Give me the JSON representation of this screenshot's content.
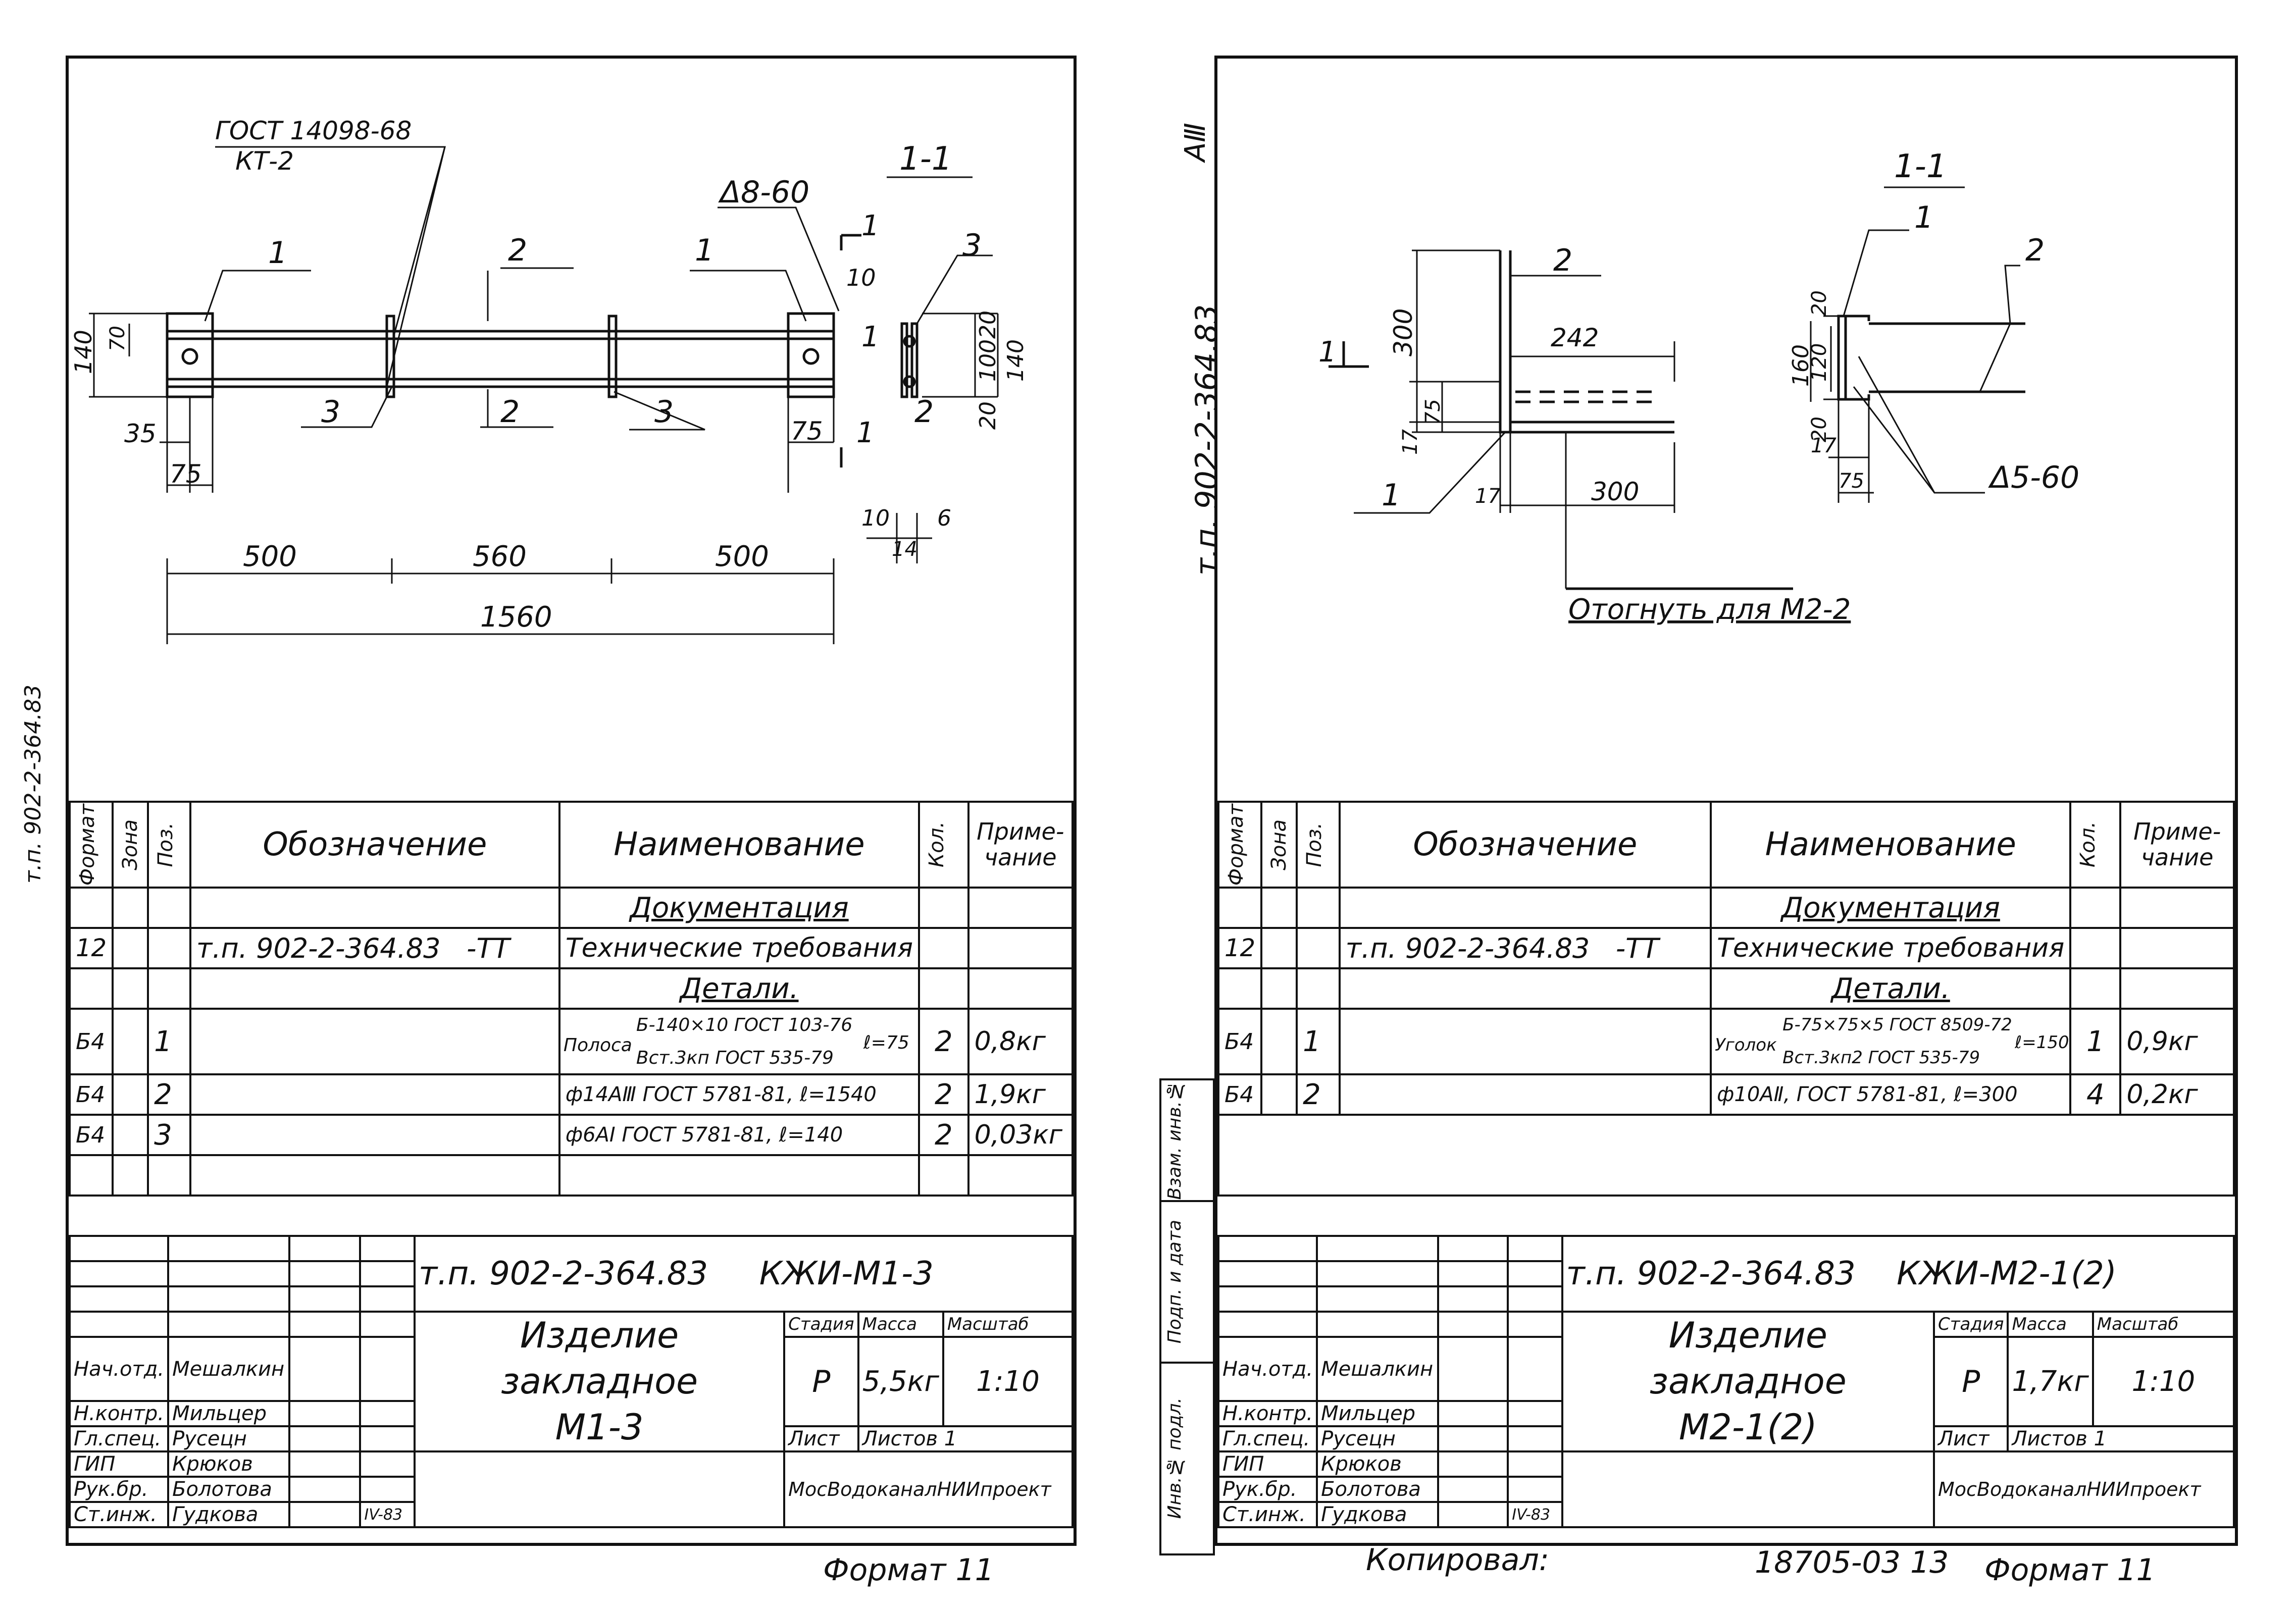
{
  "margin_notes": {
    "left_code": "т.п. 902-2-364.83",
    "top_mark": "АⅢ"
  },
  "left_sheet": {
    "drawing": {
      "gost_label": "ГОСТ 14098-68",
      "gost_type": "КТ-2",
      "section_title": "1-1",
      "weld_label": "Δ8-60",
      "pos_labels": [
        "1",
        "2",
        "3",
        "1",
        "2",
        "3"
      ],
      "dims": {
        "h140": "140",
        "h70": "70",
        "d35": "35",
        "d75a": "75",
        "d75b": "75",
        "d500a": "500",
        "d560": "560",
        "d500b": "500",
        "d1560": "1560",
        "s10": "10",
        "s20a": "20",
        "s100": "100",
        "s140": "140",
        "s20b": "20",
        "s10b": "10",
        "s6": "6",
        "s14": "14"
      },
      "cut_marks": [
        "1",
        "1"
      ]
    },
    "spec": {
      "headers": {
        "format": "Формат",
        "zone": "Зона",
        "pos": "Поз.",
        "designation": "Обозначение",
        "name": "Наименование",
        "qty": "Кол.",
        "note": "Приме-чание"
      },
      "section_docs": "Документация",
      "doc_row": {
        "format": "12",
        "designation": "т.п. 902-2-364.83",
        "suffix": "-ТТ",
        "name": "Технические требования"
      },
      "section_parts": "Детали.",
      "rows": [
        {
          "format": "Б4",
          "pos": "1",
          "name_main": "Полоса",
          "name_top": "Б-140×10 ГОСТ 103-76",
          "name_bot": "Вст.3кп ГОСТ 535-79",
          "name_len": "ℓ=75",
          "qty": "2",
          "note": "0,8кг"
        },
        {
          "format": "Б4",
          "pos": "2",
          "name": "ф14АⅢ ГОСТ 5781-81, ℓ=1540",
          "qty": "2",
          "note": "1,9кг"
        },
        {
          "format": "Б4",
          "pos": "3",
          "name": "ф6АⅠ ГОСТ 5781-81, ℓ=140",
          "qty": "2",
          "note": "0,03кг"
        }
      ]
    },
    "stamp": {
      "doc_code": "т.п. 902-2-364.83",
      "mark": "КЖИ-М1-3",
      "title1": "Изделие закладное",
      "title2": "М1-3",
      "stage_h": "Стадия",
      "mass_h": "Масса",
      "scale_h": "Масштаб",
      "stage": "Р",
      "mass": "5,5кг",
      "scale": "1:10",
      "sheet_h": "Лист",
      "sheets_h": "Листов 1",
      "org": "МосВодоканалНИИпроект",
      "people": [
        {
          "role": "Нач.отд.",
          "name": "Мешалкин"
        },
        {
          "role": "Н.контр.",
          "name": "Мильцер"
        },
        {
          "role": "Гл.спец.",
          "name": "Русецн"
        },
        {
          "role": "ГИП",
          "name": "Крюков"
        },
        {
          "role": "Рук.бр.",
          "name": "Болотова"
        },
        {
          "role": "Ст.инж.",
          "name": "Гудкова"
        }
      ],
      "date": "IV-83",
      "format": "Формат 11"
    }
  },
  "right_sheet": {
    "drawing": {
      "section_title": "1-1",
      "weld_label": "Δ5-60",
      "bend_note": "Отогнуть для М2-2",
      "pos_labels": [
        "2",
        "1",
        "1",
        "2"
      ],
      "dims": {
        "h300": "300",
        "d242": "242",
        "h17": "17",
        "h75": "75",
        "d17": "17",
        "d300": "300",
        "s160": "160",
        "s120": "120",
        "s20a": "20",
        "s20b": "20",
        "s17": "17",
        "s75": "75"
      },
      "cut_mark": "1"
    },
    "side_labels": {
      "a": "Взам. инв.№",
      "b": "Подп. и дата",
      "c": "Инв.№ подл."
    },
    "spec": {
      "headers": {
        "format": "Формат",
        "zone": "Зона",
        "pos": "Поз.",
        "designation": "Обозначение",
        "name": "Наименование",
        "qty": "Кол.",
        "note": "Приме-чание"
      },
      "section_docs": "Документация",
      "doc_row": {
        "format": "12",
        "designation": "т.п. 902-2-364.83",
        "suffix": "-ТТ",
        "name": "Технические требования"
      },
      "section_parts": "Детали.",
      "rows": [
        {
          "format": "Б4",
          "pos": "1",
          "name_main": "Уголок",
          "name_top": "Б-75×75×5 ГОСТ 8509-72",
          "name_bot": "Вст.3кп2 ГОСТ 535-79",
          "name_len": "ℓ=150",
          "qty": "1",
          "note": "0,9кг"
        },
        {
          "format": "Б4",
          "pos": "2",
          "name": "ф10АⅡ, ГОСТ 5781-81, ℓ=300",
          "qty": "4",
          "note": "0,2кг"
        }
      ]
    },
    "stamp": {
      "doc_code": "т.п. 902-2-364.83",
      "mark": "КЖИ-М2-1(2)",
      "title1": "Изделие закладное",
      "title2": "М2-1(2)",
      "stage_h": "Стадия",
      "mass_h": "Масса",
      "scale_h": "Масштаб",
      "stage": "Р",
      "mass": "1,7кг",
      "scale": "1:10",
      "sheet_h": "Лист",
      "sheets_h": "Листов 1",
      "org": "МосВодоканалНИИпроект",
      "people": [
        {
          "role": "Нач.отд.",
          "name": "Мешалкин"
        },
        {
          "role": "Н.контр.",
          "name": "Мильцер"
        },
        {
          "role": "Гл.спец.",
          "name": "Русецн"
        },
        {
          "role": "ГИП",
          "name": "Крюков"
        },
        {
          "role": "Рук.бр.",
          "name": "Болотова"
        },
        {
          "role": "Ст.инж.",
          "name": "Гудкова"
        }
      ],
      "date": "IV-83",
      "copied": "Копировал:",
      "inv_no": "18705-03 13",
      "format": "Формат 11"
    }
  }
}
